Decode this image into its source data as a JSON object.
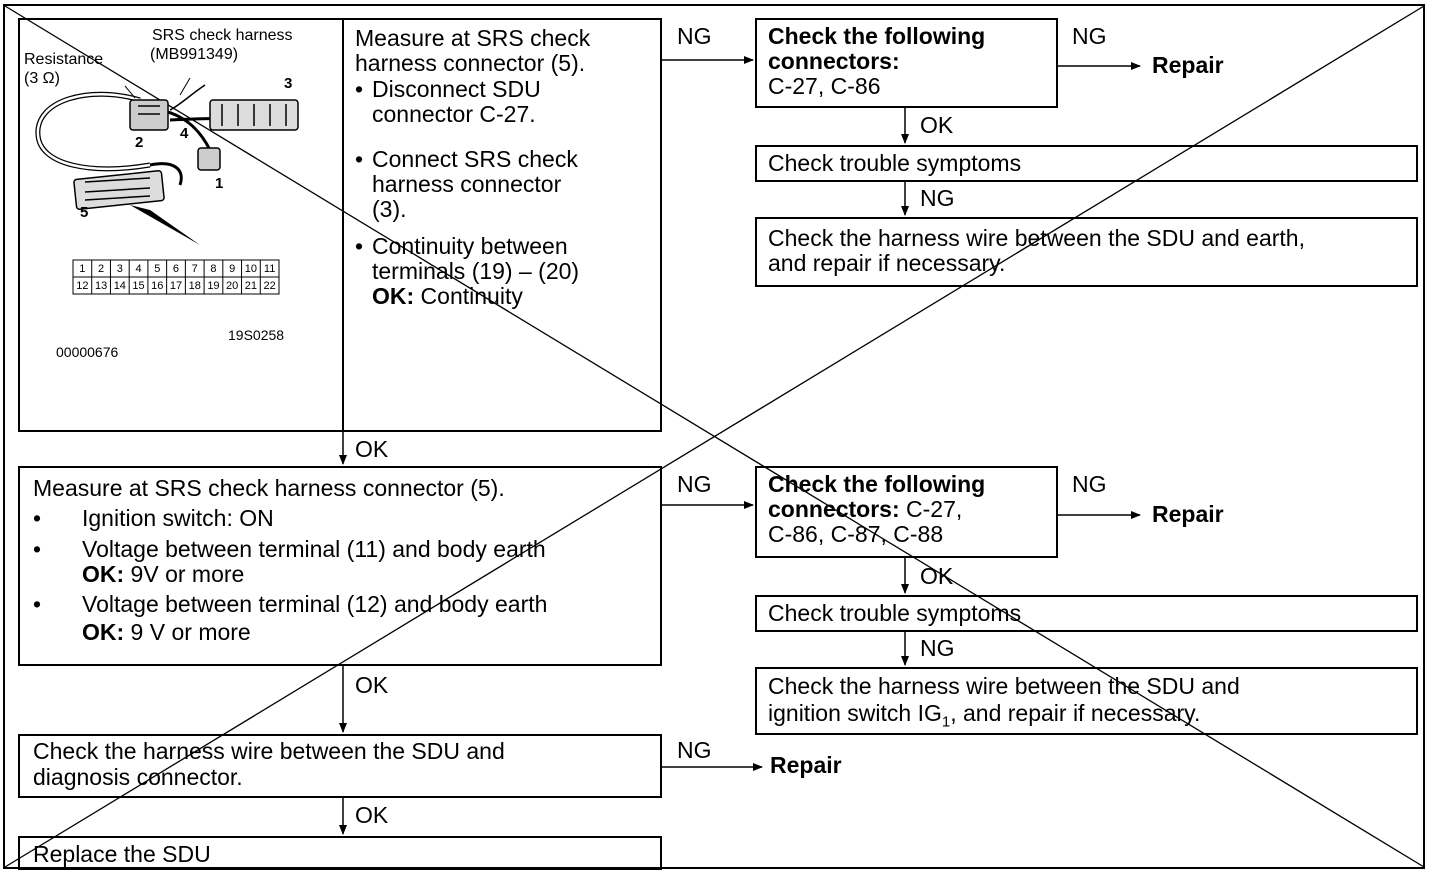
{
  "labels": {
    "ok": "OK",
    "ng": "NG",
    "repair": "Repair"
  },
  "illustration": {
    "harness_label": "SRS check harness",
    "harness_part": "(MB991349)",
    "resistance": "Resistance",
    "resistance_value": "(3 Ω)",
    "n1": "1",
    "n2": "2",
    "n3": "3",
    "n4": "4",
    "n5": "5",
    "pins_top": [
      "1",
      "2",
      "3",
      "4",
      "5",
      "6",
      "7",
      "8",
      "9",
      "10",
      "11"
    ],
    "pins_bottom": [
      "12",
      "13",
      "14",
      "15",
      "16",
      "17",
      "18",
      "19",
      "20",
      "21",
      "22"
    ],
    "code1": "19S0258",
    "code2": "00000676"
  },
  "step1": {
    "title_l1": "Measure at SRS check",
    "title_l2": "harness connector (5).",
    "b1_l1": "Disconnect SDU",
    "b1_l2": "connector C-27.",
    "b2_l1": "Connect SRS check",
    "b2_l2": "harness connector",
    "b2_l3": "(3).",
    "b3_l1": "Continuity between",
    "b3_l2": "terminals (19) – (20)",
    "ok_key": "OK:",
    "ok_val": " Continuity"
  },
  "branch1": {
    "check_l1": "Check the following",
    "check_l2": "connectors:",
    "check_l3": "C-27, C-86",
    "symptoms": "Check trouble symptoms",
    "harness_l1": "Check the harness wire between the SDU and earth,",
    "harness_l2": "and repair if necessary."
  },
  "step2": {
    "title": "Measure at SRS check harness connector (5).",
    "b1": "Ignition switch: ON",
    "b2": "Voltage between terminal (11) and body earth",
    "ok1_key": "OK:",
    "ok1_val": " 9V or more",
    "b3": "Voltage between terminal (12) and body earth",
    "ok2_key": "OK:",
    "ok2_val": " 9 V or more"
  },
  "branch2": {
    "check_l1": "Check the following",
    "check_l2_b": "connectors:",
    "check_l2_r": " C-27,",
    "check_l3": "C-86, C-87, C-88",
    "symptoms": "Check trouble symptoms",
    "harness_l1": "Check the harness wire between the SDU and",
    "harness_l2_a": "ignition switch IG",
    "harness_l2_sub": "1",
    "harness_l2_b": ", and repair if necessary."
  },
  "step3": {
    "l1": "Check the harness wire between the SDU and",
    "l2": "diagnosis connector."
  },
  "step4": {
    "text": "Replace the SDU"
  }
}
